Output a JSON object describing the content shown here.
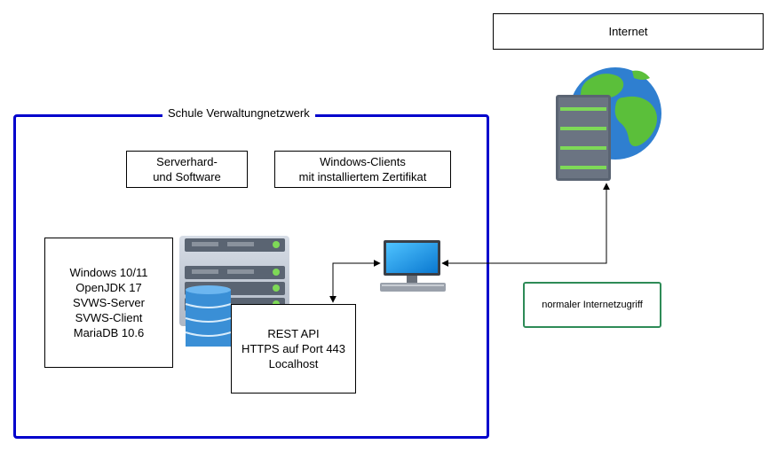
{
  "internet": {
    "label": "Internet"
  },
  "network": {
    "label": "Schule Verwaltungnetzwerk"
  },
  "server_header": {
    "label": "Serverhard-\nund Software"
  },
  "clients_header": {
    "label": "Windows-Clients\nmit installiertem Zertifikat"
  },
  "software_list": {
    "label": "Windows 10/11\nOpenJDK 17\nSVWS-Server\nSVWS-Client\nMariaDB 10.6"
  },
  "rest_api": {
    "label": "REST API\nHTTPS auf Port 443\nLocalhost"
  },
  "internet_access": {
    "label": "normaler Internetzugriff"
  },
  "colors": {
    "network_border": "#0000cc",
    "internet_access_border": "#2e8b57",
    "server_grey": "#5a6472",
    "server_green": "#7ed957",
    "db_blue": "#3a8fd6",
    "globe_blue": "#2f7fd0",
    "globe_green": "#5bbf3a",
    "monitor_blue": "#1e90e8"
  },
  "icons": [
    "server-rack-icon",
    "database-icon",
    "monitor-icon",
    "globe-icon",
    "web-server-icon"
  ]
}
